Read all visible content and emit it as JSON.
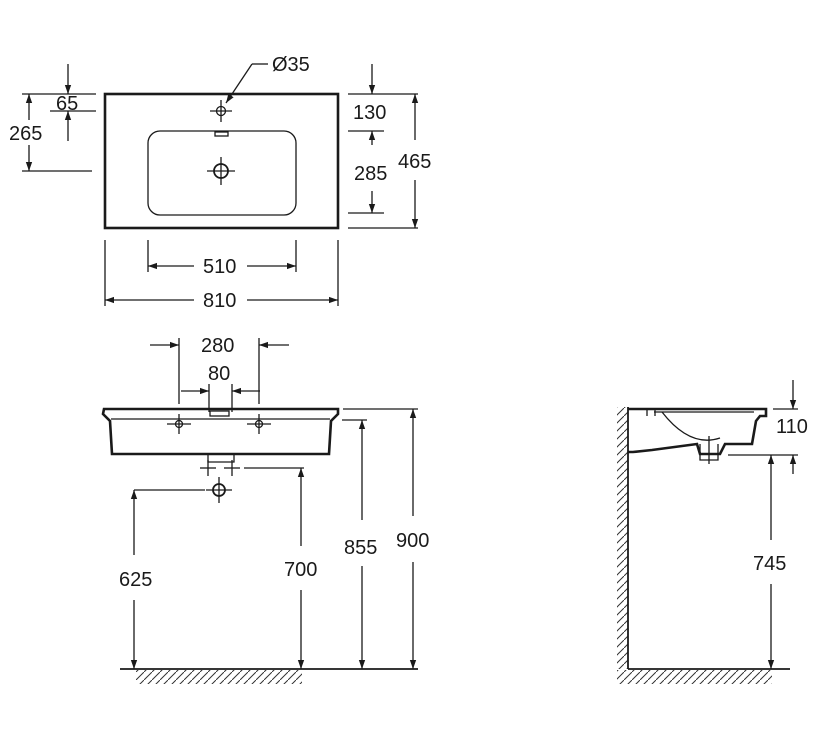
{
  "top_view": {
    "hole_diameter": "Ø35",
    "offset_65": "65",
    "offset_265": "265",
    "depth_130": "130",
    "depth_285": "285",
    "depth_465": "465",
    "width_510": "510",
    "width_810": "810"
  },
  "front_view": {
    "spacing_280": "280",
    "spacing_80": "80",
    "height_625": "625",
    "height_700": "700",
    "height_855": "855",
    "height_900": "900"
  },
  "side_view": {
    "height_110": "110",
    "height_745": "745"
  }
}
